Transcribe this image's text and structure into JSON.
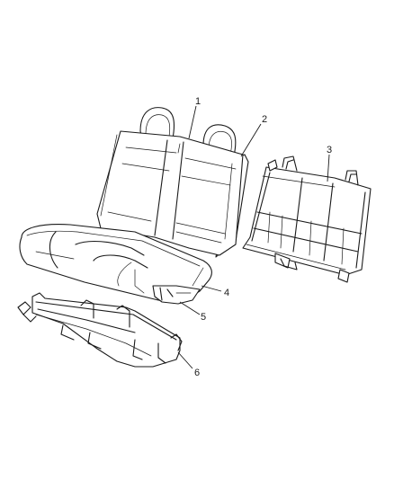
{
  "callouts": [
    {
      "id": "1",
      "part": "seat-back-cover"
    },
    {
      "id": "2",
      "part": "seat-back-pad"
    },
    {
      "id": "3",
      "part": "seat-back-frame"
    },
    {
      "id": "4",
      "part": "seat-cushion-cover"
    },
    {
      "id": "5",
      "part": "seat-cushion-pad"
    },
    {
      "id": "6",
      "part": "seat-cushion-frame"
    }
  ],
  "colors": {
    "stroke": "#1a1a1a",
    "background": "#ffffff"
  }
}
